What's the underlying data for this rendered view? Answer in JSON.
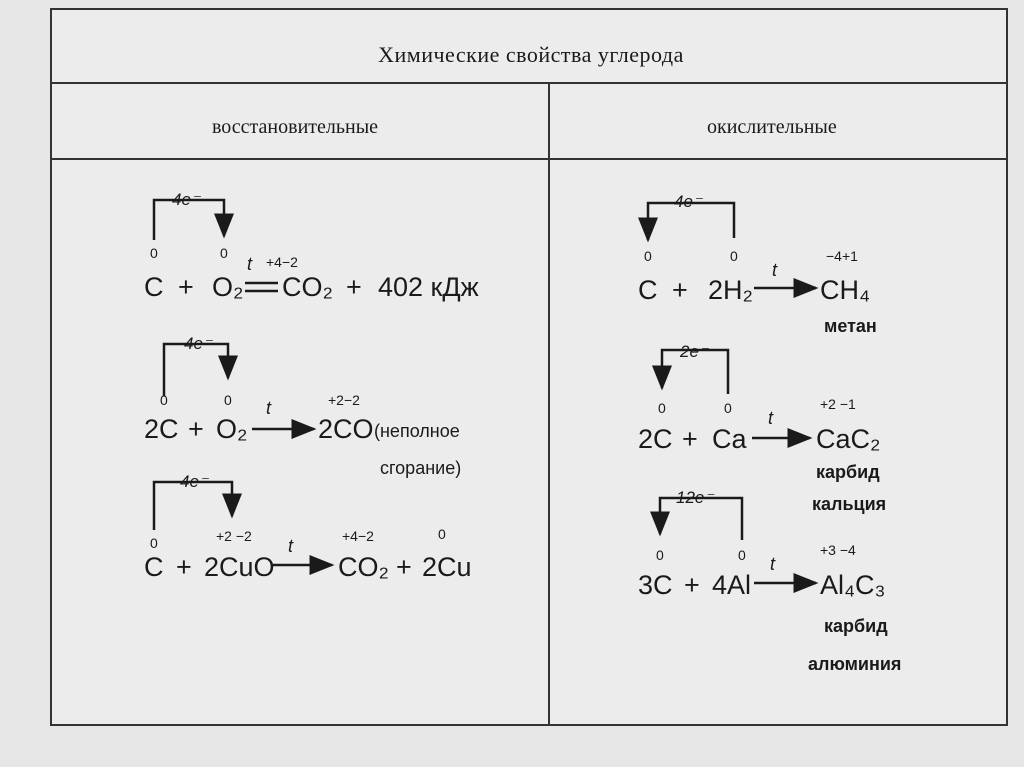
{
  "title": "Химические свойства углерода",
  "columns": {
    "left": "восстановительные",
    "right": "окислительные"
  },
  "left": {
    "r1": {
      "electrons": "4e⁻",
      "reactant1": "C",
      "plus": "+",
      "reactant2": "O₂",
      "cond": "t",
      "product": "CO₂",
      "plus2": "+",
      "energy": "402 кДж",
      "ox_c": "0",
      "ox_o": "0",
      "ox_prod": "+4−2"
    },
    "r2": {
      "electrons": "4e⁻",
      "reactant1": "2C",
      "plus": "+",
      "reactant2": "O₂",
      "cond": "t",
      "product": "2CO",
      "note1": "(неполное",
      "note2": "сгорание)",
      "ox_c": "0",
      "ox_o": "0",
      "ox_prod": "+2−2"
    },
    "r3": {
      "electrons": "4e⁻",
      "reactant1": "C",
      "plus": "+",
      "reactant2": "2CuO",
      "cond": "t",
      "product": "CO₂",
      "plus2": "+",
      "product2": "2Cu",
      "ox_c": "0",
      "ox_r2": "+2 −2",
      "ox_prod": "+4−2",
      "ox_cu": "0"
    }
  },
  "right": {
    "r1": {
      "electrons": "4e⁻",
      "reactant1": "C",
      "plus": "+",
      "reactant2": "2H₂",
      "cond": "t",
      "product": "CH₄",
      "name": "метан",
      "ox_c": "0",
      "ox_h": "0",
      "ox_prod": "−4+1"
    },
    "r2": {
      "electrons": "2e⁻",
      "reactant1": "2C",
      "plus": "+",
      "reactant2": "Ca",
      "cond": "t",
      "product": "CaC₂",
      "name1": "карбид",
      "name2": "кальция",
      "ox_c": "0",
      "ox_ca": "0",
      "ox_prod": "+2 −1"
    },
    "r3": {
      "electrons": "12e⁻",
      "reactant1": "3C",
      "plus": "+",
      "reactant2": "4Al",
      "cond": "t",
      "product": "Al₄C₃",
      "name1": "карбид",
      "name2": "алюминия",
      "ox_c": "0",
      "ox_al": "0",
      "ox_prod": "+3 −4"
    }
  }
}
